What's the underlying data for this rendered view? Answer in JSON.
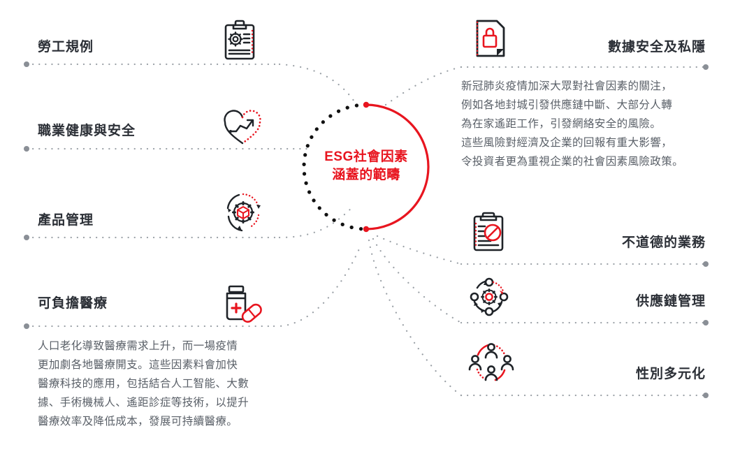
{
  "center": {
    "text": "ESG社會因素\n涵蓋的範疇",
    "color": "#E8151F"
  },
  "colors": {
    "red": "#E8151F",
    "dark": "#2b2f36",
    "body_text": "#595f67",
    "dot_gray": "#8a8f96"
  },
  "left_items": [
    {
      "label": "勞工規例",
      "icon": "clipboard-gear-icon"
    },
    {
      "label": "職業健康與安全",
      "icon": "heart-chart-icon"
    },
    {
      "label": "產品管理",
      "icon": "cube-gear-cycle-icon"
    },
    {
      "label": "可負擔醫療",
      "icon": "medicine-bottle-pill-icon"
    }
  ],
  "right_items": [
    {
      "label": "數據安全及私隱",
      "icon": "document-lock-icon"
    },
    {
      "label": "不道德的業務",
      "icon": "clipboard-prohibited-icon"
    },
    {
      "label": "供應鏈管理",
      "icon": "supply-chain-gear-icon"
    },
    {
      "label": "性別多元化",
      "icon": "people-diversity-icon"
    }
  ],
  "paragraphs": {
    "right": "新冠肺炎疫情加深大眾對社會因素的關注，\n例如各地封城引發供應鏈中斷、大部分人轉\n為在家遙距工作，引發網絡安全的風險。\n這些風險對經濟及企業的回報有重大影響，\n令投資者更為重視企業的社會因素風險政策。",
    "bottom_left": "人口老化導致醫療需求上升，而一場疫情\n更加劇各地醫療開支。這些因素料會加快\n醫療科技的應用，包括結合人工智能、大數\n據、手術機械人、遙距診症等技術，以提升\n醫療效率及降低成本，發展可持續醫療。"
  }
}
